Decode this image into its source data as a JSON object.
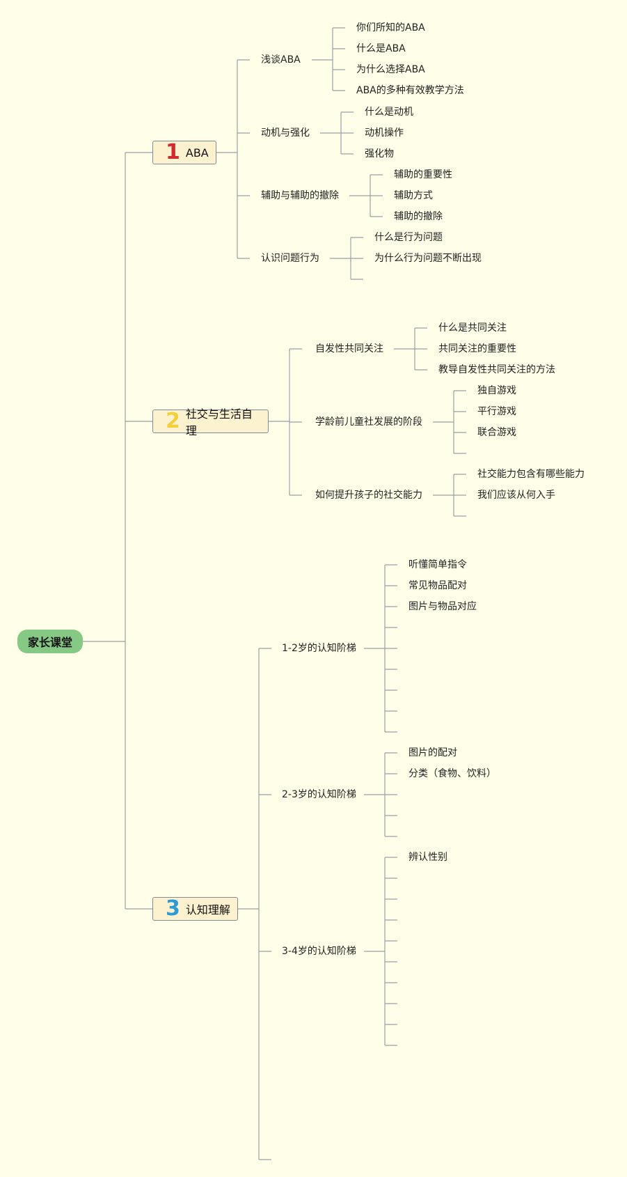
{
  "root": {
    "label": "家长课堂",
    "color": "#86c985"
  },
  "branches": [
    {
      "number": "1",
      "number_color": "#d12a2f",
      "label": "ABA",
      "topics": [
        {
          "label": "浅谈ABA",
          "children": [
            "你们所知的ABA",
            "什么是ABA",
            "为什么选择ABA",
            "ABA的多种有效教学方法"
          ]
        },
        {
          "label": "动机与强化",
          "children": [
            "什么是动机",
            "动机操作",
            "强化物"
          ]
        },
        {
          "label": "辅助与辅助的撤除",
          "children": [
            "辅助的重要性",
            "辅助方式",
            "辅助的撤除"
          ]
        },
        {
          "label": "认识问题行为",
          "children": [
            "什么是行为问题",
            "为什么行为问题不断出现",
            ""
          ]
        }
      ]
    },
    {
      "number": "2",
      "number_color": "#f2cf3c",
      "label": "社交与生活自理",
      "topics": [
        {
          "label": "自发性共同关注",
          "children": [
            "什么是共同关注",
            "共同关注的重要性",
            "教导自发性共同关注的方法"
          ]
        },
        {
          "label": "学龄前儿童社发展的阶段",
          "children": [
            "独自游戏",
            "平行游戏",
            "联合游戏",
            ""
          ]
        },
        {
          "label": "如何提升孩子的社交能力",
          "children": [
            "社交能力包含有哪些能力",
            "我们应该从何入手",
            ""
          ]
        }
      ]
    },
    {
      "number": "3",
      "number_color": "#2c9bd6",
      "label": "认知理解",
      "topics": [
        {
          "label": "1-2岁的认知阶梯",
          "children": [
            "听懂简单指令",
            "常见物品配对",
            "图片与物品对应",
            "",
            "",
            "",
            "",
            "",
            ""
          ]
        },
        {
          "label": "2-3岁的认知阶梯",
          "children": [
            "图片的配对",
            "分类（食物、饮料）",
            "",
            "",
            ""
          ]
        },
        {
          "label": "3-4岁的认知阶梯",
          "children": [
            "辨认性别",
            "",
            "",
            "",
            "",
            "",
            "",
            "",
            "",
            ""
          ]
        },
        {
          "label": "",
          "children": []
        }
      ]
    }
  ],
  "line_color": "#9aa0a3"
}
